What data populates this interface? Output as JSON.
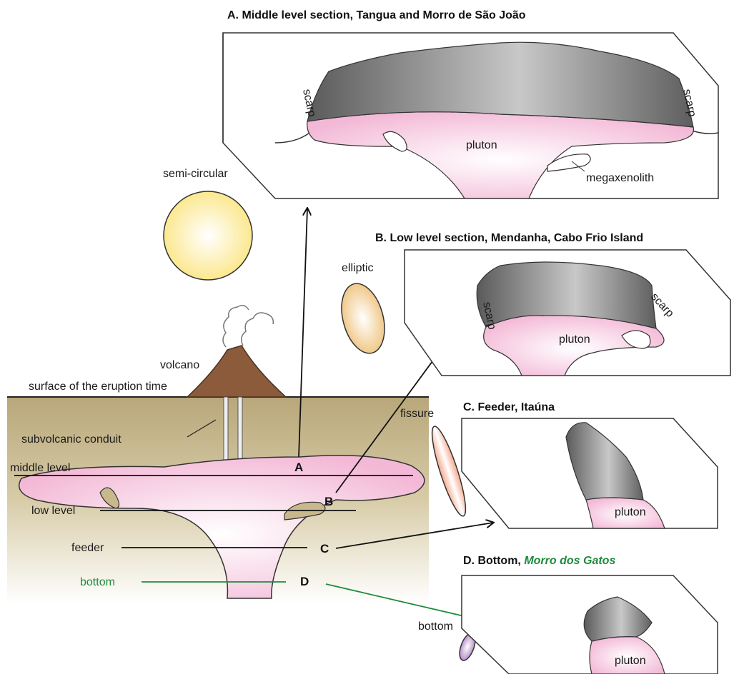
{
  "sections": {
    "a_title": "A. Middle level section, Tangua and Morro de São João",
    "b_title": "B. Low level section, Mendanha, Cabo Frio Island",
    "c_title": "C. Feeder, Itaúna",
    "d_title_prefix": "D. Bottom, ",
    "d_title_place": "Morro dos Gatos"
  },
  "block_labels": {
    "pluton": "pluton",
    "scarp": "scarp",
    "megaxenolith": "megaxenolith"
  },
  "shapes": {
    "semicircular": "semi-circular",
    "elliptic": "elliptic",
    "fissure": "fissure",
    "bottom": "bottom"
  },
  "cross_section": {
    "volcano": "volcano",
    "surface": "surface of the eruption time",
    "conduit": "subvolcanic conduit",
    "levels": {
      "middle": "middle level",
      "low": "low level",
      "feeder": "feeder",
      "bottom": "bottom"
    },
    "letters": {
      "a": "A",
      "b": "B",
      "c": "C",
      "d": "D"
    }
  },
  "colors": {
    "ground": "#c9b88c",
    "pluton": "#f6c9e0",
    "green": "#1e8b3c",
    "rock_dark": "#6b6b6b"
  }
}
